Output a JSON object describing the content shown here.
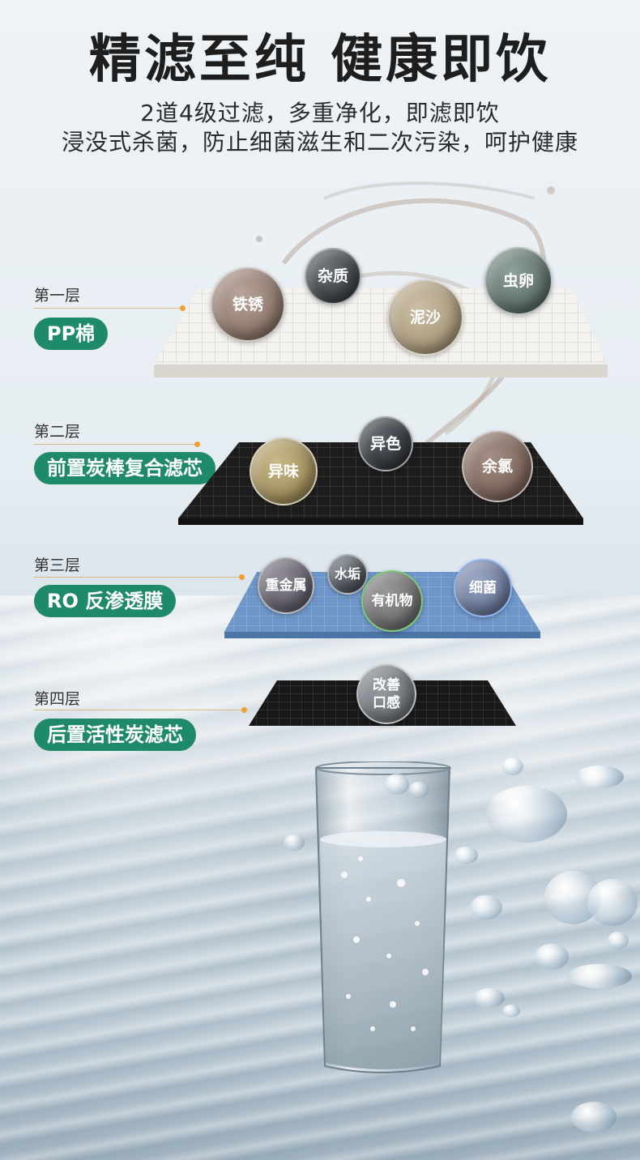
{
  "header": {
    "title": "精滤至纯 健康即饮",
    "subtitle_line1": "2道4级过滤，多重净化，即滤即饮",
    "subtitle_line2": "浸没式杀菌，防止细菌滋生和二次污染，呵护健康"
  },
  "layers": [
    {
      "level": "第一层",
      "name": "PP棉",
      "impurities": [
        "铁锈",
        "杂质",
        "泥沙",
        "虫卵"
      ]
    },
    {
      "level": "第二层",
      "name": "前置炭棒复合滤芯",
      "impurities": [
        "异味",
        "异色",
        "余氯"
      ]
    },
    {
      "level": "第三层",
      "name": "RO 反渗透膜",
      "impurities": [
        "重金属",
        "水垢",
        "有机物",
        "细菌"
      ]
    },
    {
      "level": "第四层",
      "name": "后置活性炭滤芯",
      "impurities": [
        "改善口感"
      ]
    }
  ],
  "colors": {
    "pill": "#1f8a6a",
    "accent_dot": "#f0a030",
    "title": "#1e1e1e"
  }
}
